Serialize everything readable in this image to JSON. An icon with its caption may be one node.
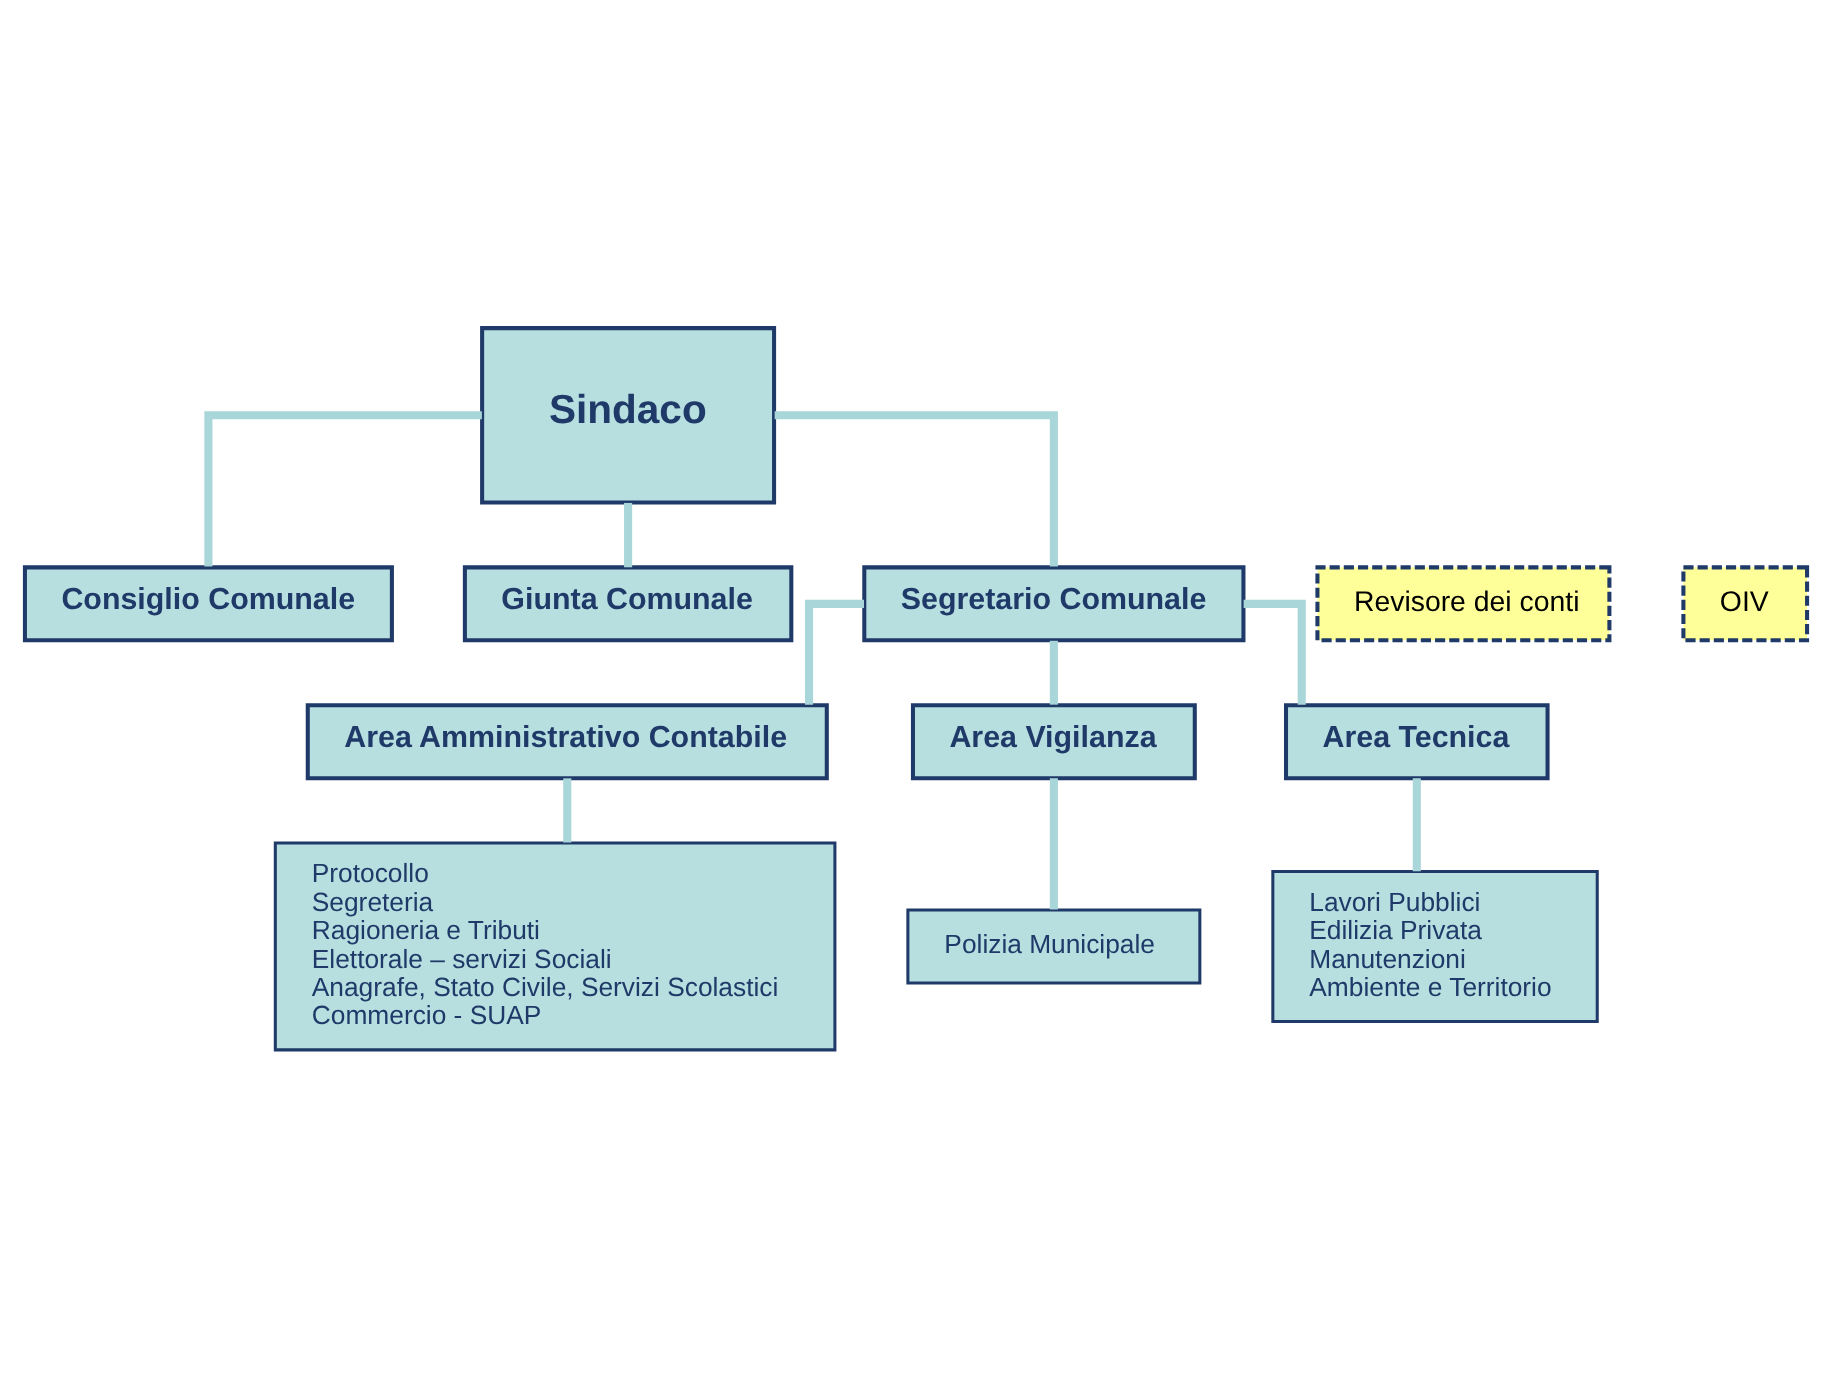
{
  "diagram": {
    "nodes": [
      {
        "text": [
          "Sindaco"
        ]
      },
      {
        "text": [
          "Consiglio Comunale"
        ]
      },
      {
        "text": [
          "Giunta Comunale"
        ]
      },
      {
        "text": [
          "Revisore dei conti"
        ]
      },
      {
        "text": [
          "OIV"
        ]
      },
      {
        "text": [
          "Segretario Comunale"
        ]
      },
      {
        "text": [
          "Area Amministrativo Contabile"
        ]
      },
      {
        "text": [
          "Area Vigilanza"
        ]
      },
      {
        "text": [
          "Area Tecnica"
        ]
      },
      {
        "text": [
          "Protocollo",
          "Segreteria",
          "Ragioneria e Tributi",
          "Elettorale – servizi Sociali",
          "Anagrafe, Stato Civile, Servizi Scolastici",
          "Commercio - SUAP"
        ]
      },
      {
        "text": [
          "Polizia Municipale"
        ]
      },
      {
        "text": [
          "Lavori Pubblici",
          "Edilizia Privata",
          "Manutenzioni",
          "Ambiente e Territorio"
        ]
      }
    ],
    "edges": [
      {
        "from": 0,
        "to": 2,
        "arrow": "none"
      },
      {
        "from": 0,
        "to": 1,
        "arrow": "none"
      },
      {
        "from": 0,
        "to": 5,
        "arrow": "none"
      },
      {
        "from": 5,
        "to": 6,
        "arrow": "none"
      },
      {
        "from": 5,
        "to": 7,
        "arrow": "none"
      },
      {
        "from": 5,
        "to": 8,
        "arrow": "none"
      },
      {
        "from": 6,
        "to": 9,
        "arrow": "none"
      },
      {
        "from": 7,
        "to": 10,
        "arrow": "none"
      },
      {
        "from": 8,
        "to": 11,
        "arrow": "none"
      }
    ]
  }
}
